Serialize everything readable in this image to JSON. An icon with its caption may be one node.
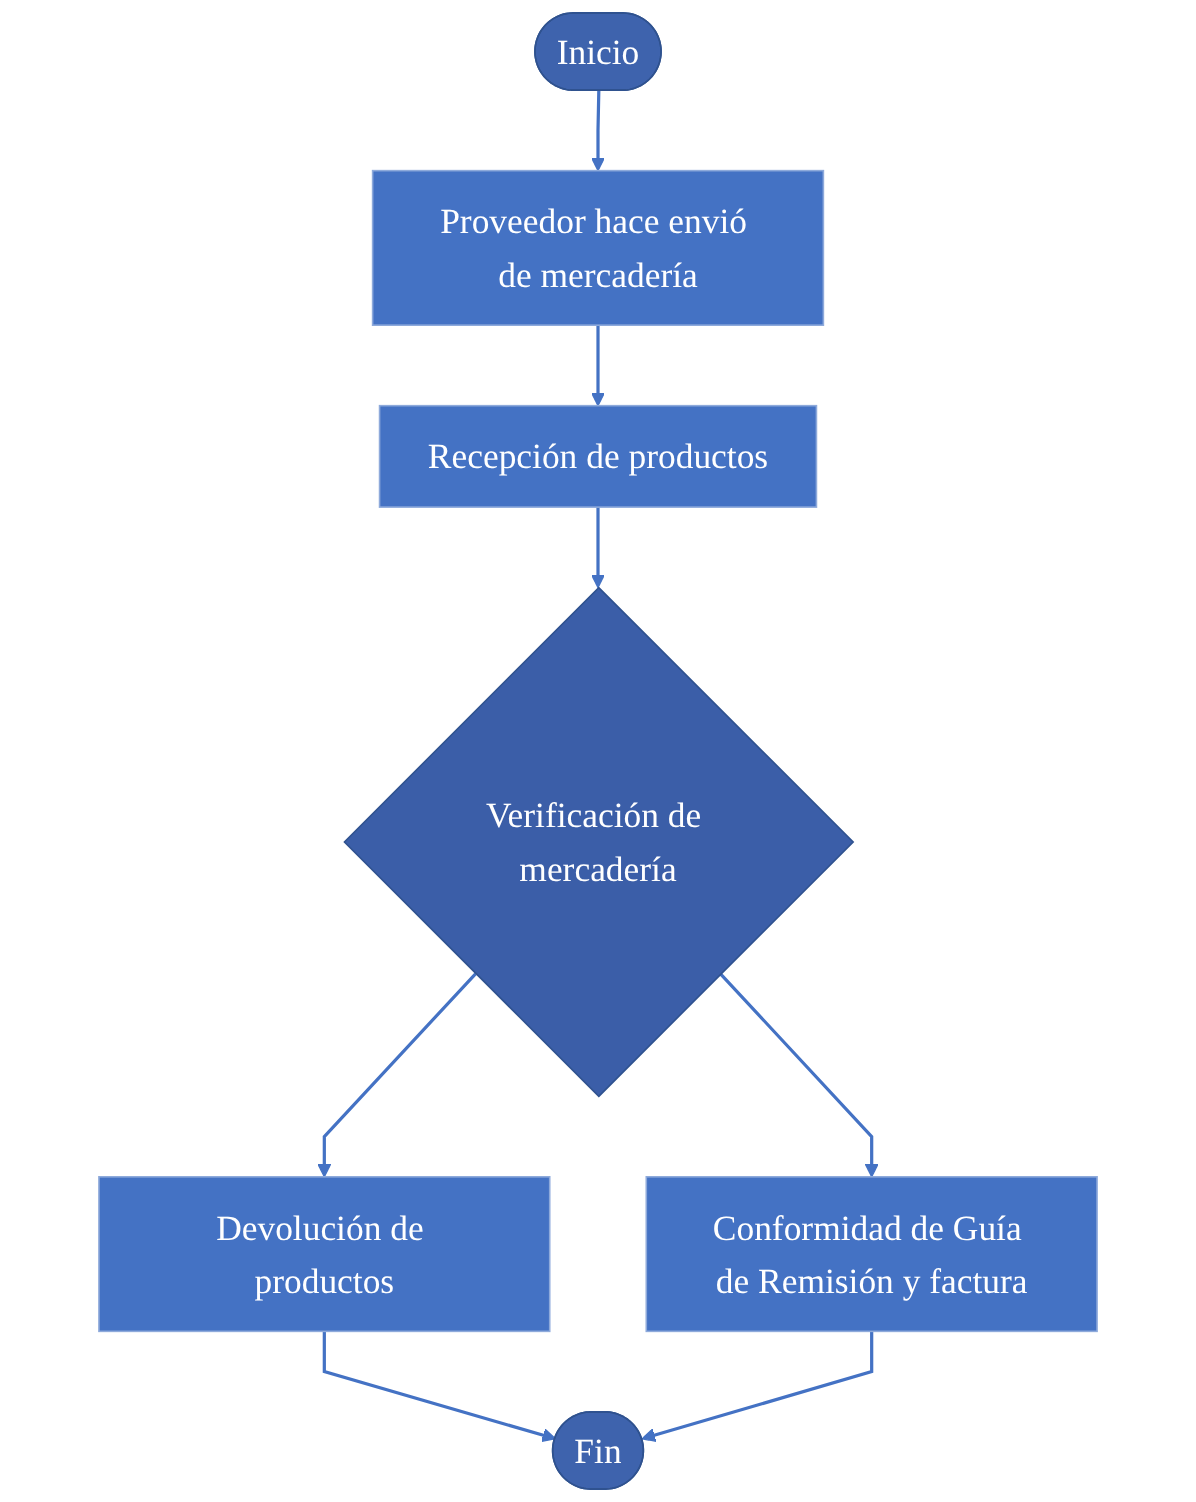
{
  "diagram": {
    "nodes": [
      {
        "text": [
          "Inicio"
        ]
      },
      {
        "text": [
          "Proveedor hace envió de mercadería"
        ]
      },
      {
        "text": [
          "Recepción de productos"
        ]
      },
      {
        "text": [
          "Verificación de mercadería"
        ]
      },
      {
        "text": [
          "Devolución de productos"
        ]
      },
      {
        "text": [
          "Conformidad de Guía de Remisión y factura"
        ]
      },
      {
        "text": [
          "Fin"
        ]
      }
    ],
    "edges": [
      {
        "from": 0,
        "to": 1,
        "arrow": "to"
      },
      {
        "from": 1,
        "to": 2,
        "arrow": "to"
      },
      {
        "from": 2,
        "to": 3,
        "arrow": "to"
      },
      {
        "from": 3,
        "to": 4,
        "arrow": "to"
      },
      {
        "from": 3,
        "to": 5,
        "arrow": "to"
      },
      {
        "from": 4,
        "to": 6,
        "arrow": "to"
      },
      {
        "from": 5,
        "to": 6,
        "arrow": "to"
      }
    ]
  }
}
